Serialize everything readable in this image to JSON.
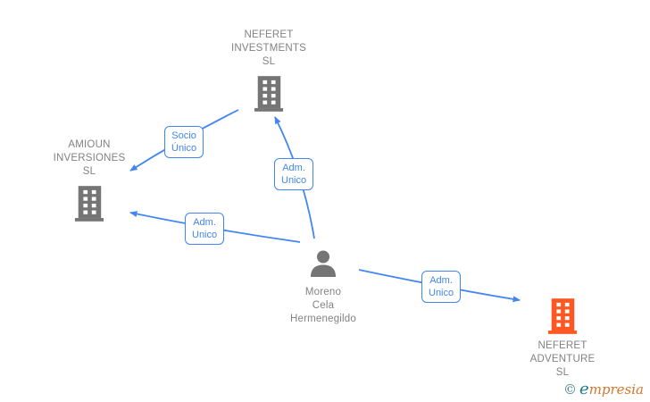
{
  "diagram": {
    "nodes": [
      {
        "id": "neferet-investments",
        "type": "company",
        "lines": [
          "NEFERET",
          "INVESTMENTS",
          "SL"
        ],
        "icon": "building-icon",
        "icon_color": "#757575"
      },
      {
        "id": "amioun-inversiones",
        "type": "company",
        "lines": [
          "AMIOUN",
          "INVERSIONES",
          "SL"
        ],
        "icon": "building-icon",
        "icon_color": "#757575"
      },
      {
        "id": "moreno-cela",
        "type": "person",
        "lines": [
          "Moreno",
          "Cela",
          "Hermenegildo"
        ],
        "icon": "person-icon",
        "icon_color": "#757575"
      },
      {
        "id": "neferet-adventure",
        "type": "company",
        "lines": [
          "NEFERET",
          "ADVENTURE",
          "SL"
        ],
        "icon": "building-icon",
        "icon_color": "#FF5722"
      }
    ],
    "edges": [
      {
        "from": "neferet-investments",
        "to": "amioun-inversiones",
        "label_lines": [
          "Socio",
          "Único"
        ]
      },
      {
        "from": "moreno-cela",
        "to": "neferet-investments",
        "label_lines": [
          "Adm.",
          "Unico"
        ]
      },
      {
        "from": "moreno-cela",
        "to": "amioun-inversiones",
        "label_lines": [
          "Adm.",
          "Unico"
        ]
      },
      {
        "from": "moreno-cela",
        "to": "neferet-adventure",
        "label_lines": [
          "Adm.",
          "Unico"
        ]
      }
    ],
    "colors": {
      "edge_blue": "#4285F4",
      "node_text_gray": "#828282",
      "company_gray": "#757575",
      "company_orange": "#FF5722",
      "background": "#ffffff"
    }
  },
  "watermark": {
    "copyright_symbol": "©",
    "brand_initial": "e",
    "brand_rest": "mpresia"
  }
}
